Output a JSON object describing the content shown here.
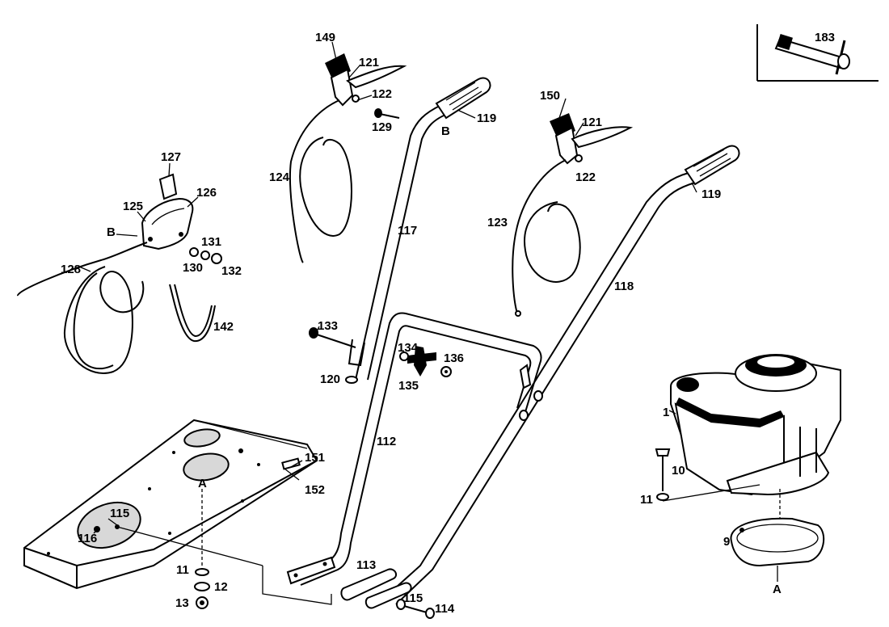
{
  "labels": {
    "l149": "149",
    "l121a": "121",
    "l122a": "122",
    "l129": "129",
    "l119a": "119",
    "lB1": "B",
    "l150": "150",
    "l121b": "121",
    "l122b": "122",
    "l119b": "119",
    "l123": "123",
    "l118": "118",
    "l124": "124",
    "l117": "117",
    "l127": "127",
    "l126": "126",
    "l125": "125",
    "lB2": "B",
    "l131": "131",
    "l130": "130",
    "l132": "132",
    "l128": "128",
    "l142": "142",
    "l133": "133",
    "l134": "134",
    "l136": "136",
    "l135": "135",
    "l120": "120",
    "l112": "112",
    "l151": "151",
    "l152": "152",
    "lA1": "A",
    "l115a": "115",
    "l116": "116",
    "l11a": "11",
    "l12": "12",
    "l13": "13",
    "l113": "113",
    "l115b": "115",
    "l114": "114",
    "l183": "183",
    "l1": "1",
    "l10": "10",
    "l11b": "11",
    "l9": "9",
    "lA2": "A"
  }
}
